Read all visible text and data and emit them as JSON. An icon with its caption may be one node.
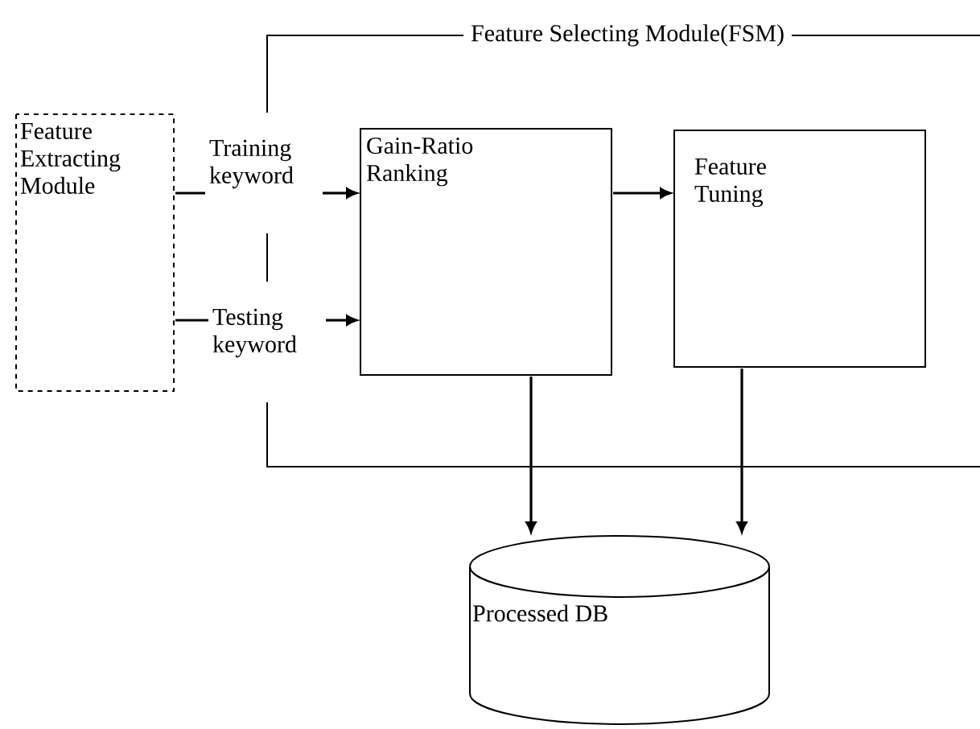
{
  "diagram": {
    "nodes": [
      {
        "text": [
          "Feature Extracting Module"
        ]
      },
      {
        "text": [
          "Feature Selecting Module(FSM)"
        ]
      },
      {
        "text": [
          "Training keyword"
        ]
      },
      {
        "text": [
          "Testing keyword"
        ]
      },
      {
        "text": [
          "Gain-Ratio Ranking"
        ],
        "in": 1
      },
      {
        "text": [
          "Feature Tuning"
        ],
        "in": 1
      },
      {
        "text": [
          "Processed DB"
        ]
      }
    ],
    "edges": [
      {
        "from": 0,
        "to": 2,
        "arrow": "none"
      },
      {
        "from": 2,
        "to": 4,
        "arrow": "to"
      },
      {
        "from": 0,
        "to": 3,
        "arrow": "none"
      },
      {
        "from": 3,
        "to": 4,
        "arrow": "to"
      },
      {
        "from": 4,
        "to": 5,
        "arrow": "to"
      },
      {
        "from": 4,
        "to": 6,
        "arrow": "to"
      },
      {
        "from": 5,
        "to": 6,
        "arrow": "to"
      }
    ]
  }
}
